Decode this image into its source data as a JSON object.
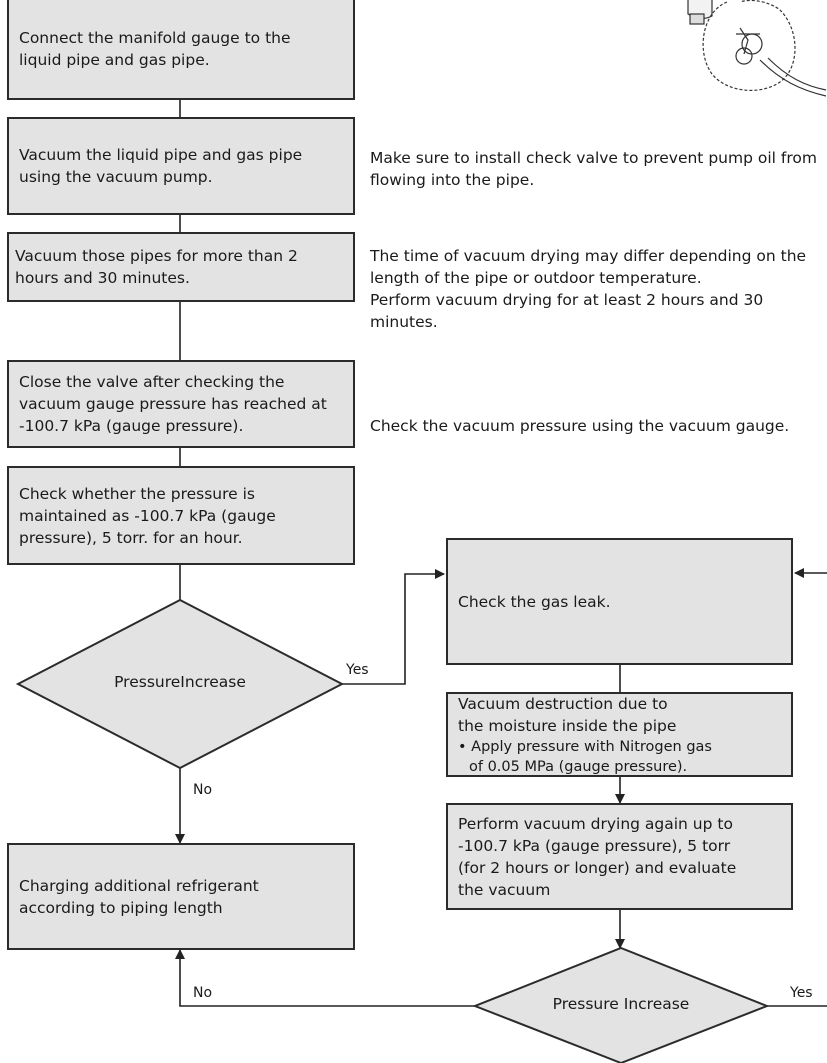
{
  "steps": {
    "connect": [
      "Connect the manifold gauge to the",
      "liquid pipe and gas pipe."
    ],
    "vacuum": [
      "Vacuum the liquid pipe and gas pipe",
      "using the vacuum pump."
    ],
    "hours": [
      "Vacuum those pipes for more than 2",
      "hours and 30 minutes."
    ],
    "close": [
      "Close the valve after checking the",
      "vacuum gauge pressure has reached at",
      "-100.7 kPa (gauge pressure)."
    ],
    "check_pressure": [
      "Check whether the pressure is",
      "maintained as -100.7 kPa (gauge",
      "pressure), 5 torr. for an hour."
    ],
    "gas_leak": "Check the gas leak.",
    "destruction": {
      "lines": [
        "Vacuum destruction due to",
        "the moisture inside the pipe"
      ],
      "bullet": [
        "• Apply pressure with Nitrogen gas",
        "of 0.05 MPa (gauge pressure)."
      ]
    },
    "redry": [
      "Perform vacuum drying again up to",
      "-100.7 kPa (gauge pressure), 5 torr",
      "(for 2 hours or longer) and evaluate",
      "the vacuum"
    ],
    "charging": [
      "Charging additional refrigerant",
      "according to piping length"
    ]
  },
  "notes": {
    "check_valve": [
      "Make sure to install check valve to prevent pump oil from",
      "flowing into the pipe."
    ],
    "drying_time": [
      "The time of vacuum drying may differ depending on the",
      "length of the pipe or outdoor temperature.",
      "Perform vacuum drying for at least 2 hours and 30",
      "minutes."
    ],
    "vacuum_gauge": "Check the vacuum pressure using the vacuum gauge."
  },
  "decisions": {
    "first": "PressureIncrease",
    "second": "Pressure Increase"
  },
  "labels": {
    "yes1": "Yes",
    "no1": "No",
    "no2": "No",
    "yes2": "Yes"
  }
}
